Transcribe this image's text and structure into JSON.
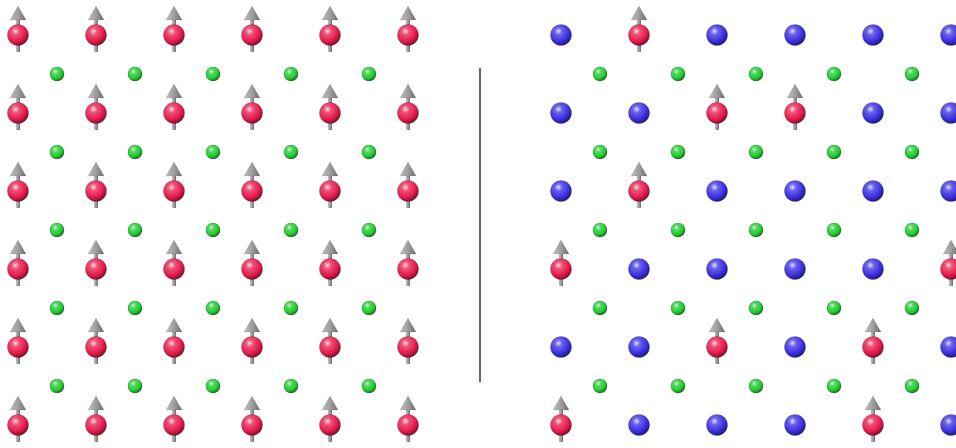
{
  "figure": {
    "background": "#ffffff",
    "divider_color": "#000000",
    "colors": {
      "spin_up_atom": "#e6194b",
      "nonmagnetic_atom": "#3a2ee0",
      "interstitial_atom": "#1fcc2f",
      "spin_arrow": "#9a9a9a"
    },
    "panels": [
      {
        "id": "left",
        "description_key": "fully-magnetic-lattice",
        "major_grid": {
          "cols": 6,
          "rows": 6,
          "site_types": [
            [
              "spin",
              "spin",
              "spin",
              "spin",
              "spin",
              "spin"
            ],
            [
              "spin",
              "spin",
              "spin",
              "spin",
              "spin",
              "spin"
            ],
            [
              "spin",
              "spin",
              "spin",
              "spin",
              "spin",
              "spin"
            ],
            [
              "spin",
              "spin",
              "spin",
              "spin",
              "spin",
              "spin"
            ],
            [
              "spin",
              "spin",
              "spin",
              "spin",
              "spin",
              "spin"
            ],
            [
              "spin",
              "spin",
              "spin",
              "spin",
              "spin",
              "spin"
            ]
          ]
        },
        "minor_grid": {
          "cols": 5,
          "rows": 5
        }
      },
      {
        "id": "right",
        "description_key": "diluted-magnetic-lattice",
        "major_grid": {
          "cols": 6,
          "rows": 6,
          "site_types": [
            [
              "plain",
              "spin",
              "plain",
              "plain",
              "plain",
              "plain"
            ],
            [
              "plain",
              "plain",
              "spin",
              "spin",
              "plain",
              "plain"
            ],
            [
              "plain",
              "spin",
              "plain",
              "plain",
              "plain",
              "plain"
            ],
            [
              "spin",
              "plain",
              "plain",
              "plain",
              "plain",
              "spin"
            ],
            [
              "plain",
              "plain",
              "spin",
              "plain",
              "spin",
              "plain"
            ],
            [
              "spin",
              "plain",
              "plain",
              "plain",
              "spin",
              "plain"
            ]
          ]
        },
        "minor_grid": {
          "cols": 5,
          "rows": 5
        }
      }
    ]
  }
}
